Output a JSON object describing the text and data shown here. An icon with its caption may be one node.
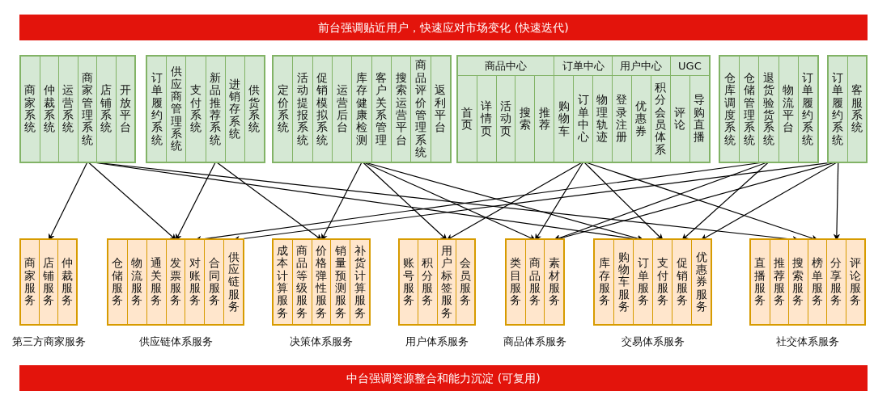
{
  "diagram": {
    "nodes": [
      {
        "text": [
          "前台强调贴近用户，快速应对市场变化 (快速迭代)"
        ]
      },
      {
        "text": [],
        "shape": "box"
      },
      {
        "text": [
          "商家系统"
        ],
        "in": 1
      },
      {
        "text": [
          "仲裁系统"
        ],
        "in": 1
      },
      {
        "text": [
          "运营系统"
        ],
        "in": 1
      },
      {
        "text": [
          "商家管理系统"
        ],
        "in": 1
      },
      {
        "text": [
          "店铺系统"
        ],
        "in": 1
      },
      {
        "text": [
          "开放平台"
        ],
        "in": 1
      },
      {
        "text": [],
        "shape": "box"
      },
      {
        "text": [
          "订单履约系统"
        ],
        "in": 8
      },
      {
        "text": [
          "供应商管理系统"
        ],
        "in": 8
      },
      {
        "text": [
          "支付系统"
        ],
        "in": 8
      },
      {
        "text": [
          "新品推荐系统"
        ],
        "in": 8
      },
      {
        "text": [
          "进销存系统"
        ],
        "in": 8
      },
      {
        "text": [
          "供货系统"
        ],
        "in": 8
      },
      {
        "text": [],
        "shape": "box"
      },
      {
        "text": [
          "定价系统"
        ],
        "in": 15
      },
      {
        "text": [
          "活动提报系统"
        ],
        "in": 15
      },
      {
        "text": [
          "促销模拟系统"
        ],
        "in": 15
      },
      {
        "text": [
          "运营后台"
        ],
        "in": 15
      },
      {
        "text": [
          "库存健康检测"
        ],
        "in": 15
      },
      {
        "text": [
          "客户关系管理"
        ],
        "in": 15
      },
      {
        "text": [
          "搜索运营平台"
        ],
        "in": 15
      },
      {
        "text": [
          "商品评价管理系统"
        ],
        "in": 15
      },
      {
        "text": [
          "返利平台"
        ],
        "in": 15
      },
      {
        "text": [],
        "shape": "box"
      },
      {
        "text": [
          "商品中心"
        ],
        "in": 25
      },
      {
        "text": [
          "首页"
        ],
        "in": 26
      },
      {
        "text": [
          "详情页"
        ],
        "in": 26
      },
      {
        "text": [
          "活动页"
        ],
        "in": 26
      },
      {
        "text": [
          "搜索"
        ],
        "in": 26
      },
      {
        "text": [
          "推荐"
        ],
        "in": 26
      },
      {
        "text": [
          "订单中心"
        ],
        "in": 25
      },
      {
        "text": [
          "购物车"
        ],
        "in": 32
      },
      {
        "text": [
          "订单中心"
        ],
        "in": 32
      },
      {
        "text": [
          "物理轨迹"
        ],
        "in": 32
      },
      {
        "text": [
          "用户中心"
        ],
        "in": 25
      },
      {
        "text": [
          "登录注册"
        ],
        "in": 36
      },
      {
        "text": [
          "优惠券"
        ],
        "in": 36
      },
      {
        "text": [
          "积分会员体系"
        ],
        "in": 36
      },
      {
        "text": [
          "UGC"
        ],
        "in": 25
      },
      {
        "text": [
          "评论"
        ],
        "in": 40
      },
      {
        "text": [
          "导购直播"
        ],
        "in": 40
      },
      {
        "text": [],
        "shape": "box"
      },
      {
        "text": [
          "仓库调度系统"
        ],
        "in": 43
      },
      {
        "text": [
          "仓储管理系统"
        ],
        "in": 43
      },
      {
        "text": [
          "退货验货系统"
        ],
        "in": 43
      },
      {
        "text": [
          "物流平台"
        ],
        "in": 43
      },
      {
        "text": [
          "订单履约系统"
        ],
        "in": 43
      },
      {
        "text": [],
        "shape": "box"
      },
      {
        "text": [
          "订单履约系统"
        ],
        "in": 49
      },
      {
        "text": [
          "客服系统"
        ],
        "in": 49
      },
      {
        "text": [],
        "shape": "box",
        "beside": [
          "第三方商家服务"
        ]
      },
      {
        "text": [
          "商家服务"
        ],
        "in": 52
      },
      {
        "text": [
          "店铺服务"
        ],
        "in": 52
      },
      {
        "text": [
          "仲裁服务"
        ],
        "in": 52
      },
      {
        "text": [],
        "shape": "box",
        "beside": [
          "供应链体系服务"
        ]
      },
      {
        "text": [
          "仓储服务"
        ],
        "in": 56
      },
      {
        "text": [
          "物流服务"
        ],
        "in": 56
      },
      {
        "text": [
          "通关服务"
        ],
        "in": 56
      },
      {
        "text": [
          "发票服务"
        ],
        "in": 56
      },
      {
        "text": [
          "对账服务"
        ],
        "in": 56
      },
      {
        "text": [
          "合同服务"
        ],
        "in": 56
      },
      {
        "text": [
          "供应链服务"
        ],
        "in": 56
      },
      {
        "text": [],
        "shape": "box",
        "beside": [
          "决策体系服务"
        ]
      },
      {
        "text": [
          "成本计算服务"
        ],
        "in": 64
      },
      {
        "text": [
          "商品等级服务"
        ],
        "in": 64
      },
      {
        "text": [
          "价格弹性服务"
        ],
        "in": 64
      },
      {
        "text": [
          "销量预测服务"
        ],
        "in": 64
      },
      {
        "text": [
          "补货计算服务"
        ],
        "in": 64
      },
      {
        "text": [],
        "shape": "box",
        "beside": [
          "用户体系服务"
        ]
      },
      {
        "text": [
          "账号服务"
        ],
        "in": 70
      },
      {
        "text": [
          "积分服务"
        ],
        "in": 70
      },
      {
        "text": [
          "用户标签服务"
        ],
        "in": 70
      },
      {
        "text": [
          "会员服务"
        ],
        "in": 70
      },
      {
        "text": [],
        "shape": "box",
        "beside": [
          "商品体系服务"
        ]
      },
      {
        "text": [
          "类目服务"
        ],
        "in": 75
      },
      {
        "text": [
          "商品服务"
        ],
        "in": 75
      },
      {
        "text": [
          "素材服务"
        ],
        "in": 75
      },
      {
        "text": [],
        "shape": "box",
        "beside": [
          "交易体系服务"
        ]
      },
      {
        "text": [
          "库存服务"
        ],
        "in": 79
      },
      {
        "text": [
          "购物车服务"
        ],
        "in": 79
      },
      {
        "text": [
          "订单服务"
        ],
        "in": 79
      },
      {
        "text": [
          "支付服务"
        ],
        "in": 79
      },
      {
        "text": [
          "促销服务"
        ],
        "in": 79
      },
      {
        "text": [
          "优惠券服务"
        ],
        "in": 79
      },
      {
        "text": [],
        "shape": "box",
        "beside": [
          "社交体系服务"
        ]
      },
      {
        "text": [
          "直播服务"
        ],
        "in": 86
      },
      {
        "text": [
          "推荐服务"
        ],
        "in": 86
      },
      {
        "text": [
          "搜索服务"
        ],
        "in": 86
      },
      {
        "text": [
          "榜单服务"
        ],
        "in": 86
      },
      {
        "text": [
          "分享服务"
        ],
        "in": 86
      },
      {
        "text": [
          "评论服务"
        ],
        "in": 86
      },
      {
        "text": [
          "中台强调资源整合和能力沉淀 (可复用)"
        ]
      }
    ],
    "edges": [
      {
        "from": 5,
        "to": 54,
        "arrow": "to"
      },
      {
        "from": 5,
        "to": 60,
        "arrow": "to"
      },
      {
        "from": 5,
        "to": 82,
        "arrow": "to"
      },
      {
        "from": 5,
        "to": 89,
        "arrow": "to"
      },
      {
        "from": 12,
        "to": 60,
        "arrow": "to"
      },
      {
        "from": 12,
        "to": 67,
        "arrow": "to"
      },
      {
        "from": 20,
        "to": 67,
        "arrow": "to"
      },
      {
        "from": 20,
        "to": 73,
        "arrow": "to"
      },
      {
        "from": 20,
        "to": 77,
        "arrow": "to"
      },
      {
        "from": 20,
        "to": 82,
        "arrow": "to"
      },
      {
        "from": 34,
        "to": 73,
        "arrow": "to"
      },
      {
        "from": 34,
        "to": 77,
        "arrow": "to"
      },
      {
        "from": 34,
        "to": 83,
        "arrow": "to"
      },
      {
        "from": 34,
        "to": 90,
        "arrow": "to"
      },
      {
        "from": 46,
        "to": 61,
        "arrow": "to"
      },
      {
        "from": 46,
        "to": 78,
        "arrow": "to"
      },
      {
        "from": 46,
        "to": 84,
        "arrow": "to"
      },
      {
        "from": 50,
        "to": 63,
        "arrow": "to"
      },
      {
        "from": 50,
        "to": 78,
        "arrow": "to"
      },
      {
        "from": 50,
        "to": 85,
        "arrow": "to"
      },
      {
        "from": 50,
        "to": 91,
        "arrow": "to"
      }
    ]
  }
}
